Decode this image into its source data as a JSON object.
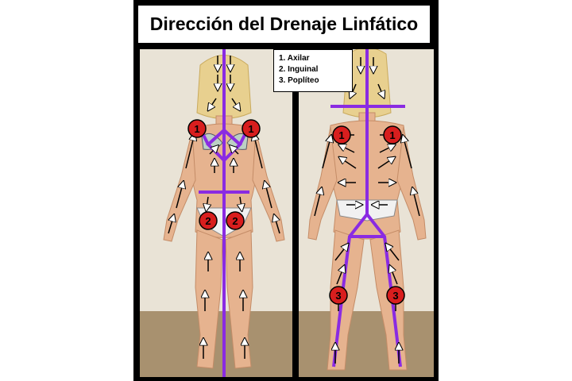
{
  "title": "Dirección del Drenaje Linfático",
  "legend": {
    "items": [
      "1. Axilar",
      "2. Inguinal",
      "3. Poplíteo"
    ]
  },
  "front_nodes": [
    "1",
    "1",
    "2",
    "2"
  ],
  "back_nodes": [
    "1",
    "1",
    "3",
    "3"
  ],
  "colors": {
    "line": "#8a2be2",
    "node_fill": "#d81e1e",
    "wall": "#e9e3d6",
    "floor": "#a8916f",
    "skin": "#e6b38f",
    "frame": "#000000"
  }
}
